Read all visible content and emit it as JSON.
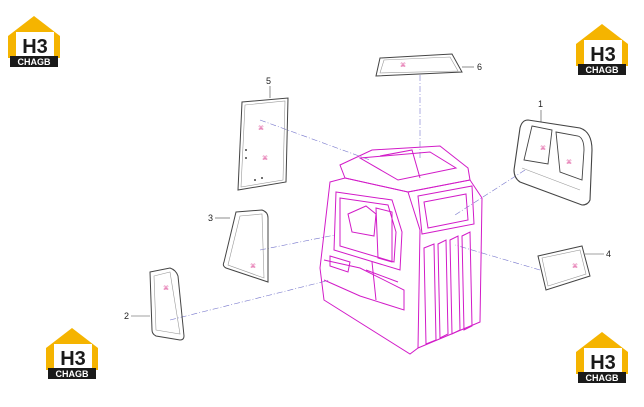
{
  "logos": [
    {
      "label": "CHAGB",
      "mark": "H3"
    },
    {
      "label": "CHAGB",
      "mark": "H3"
    },
    {
      "label": "CHAGB",
      "mark": "H3"
    },
    {
      "label": "CHAGB",
      "mark": "H3"
    }
  ],
  "callouts": [
    "1",
    "2",
    "3",
    "4",
    "5",
    "6"
  ],
  "colors": {
    "cab_outline": "#d21bc8",
    "part_outline": "#444444",
    "leader_line": "#7777cc",
    "logo_yellow": "#f5b400",
    "logo_black": "#1a1a1a"
  }
}
